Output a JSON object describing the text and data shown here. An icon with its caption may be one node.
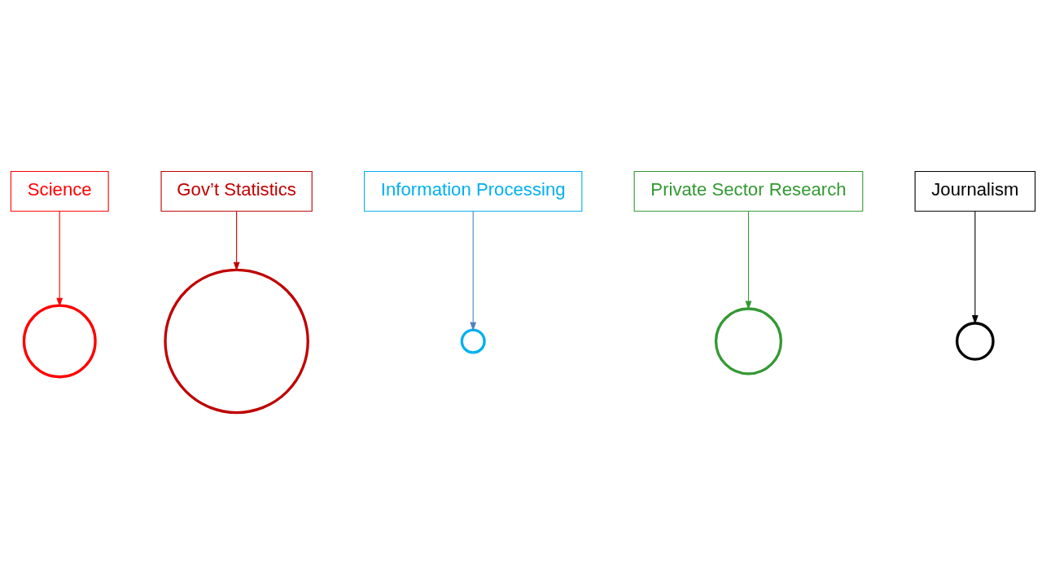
{
  "diagram": {
    "nodes": [
      {
        "text": [
          "Science"
        ]
      },
      {
        "text": [
          "Gov’t Statistics"
        ]
      },
      {
        "text": [
          "Information Processing"
        ]
      },
      {
        "text": [],
        "shape": "circle"
      },
      {
        "text": [],
        "shape": "circle"
      },
      {
        "text": [],
        "shape": "circle"
      },
      {
        "text": [],
        "shape": "circle"
      },
      {
        "text": [],
        "shape": "circle"
      },
      {
        "text": [
          "Journalism"
        ]
      },
      {
        "text": [
          "Private Sector Research"
        ]
      }
    ],
    "edges": [
      {
        "from": 0,
        "to": 3,
        "arrow": "to",
        "color": "#ff0000"
      },
      {
        "from": 1,
        "to": 4,
        "arrow": "to",
        "color": "#c00000"
      },
      {
        "from": 2,
        "to": 5,
        "arrow": "to",
        "color": "#4f81bd"
      },
      {
        "from": 8,
        "to": 7,
        "arrow": "to",
        "color": "#000000"
      },
      {
        "from": 9,
        "to": 6,
        "arrow": "to",
        "color": "#339933"
      }
    ]
  }
}
